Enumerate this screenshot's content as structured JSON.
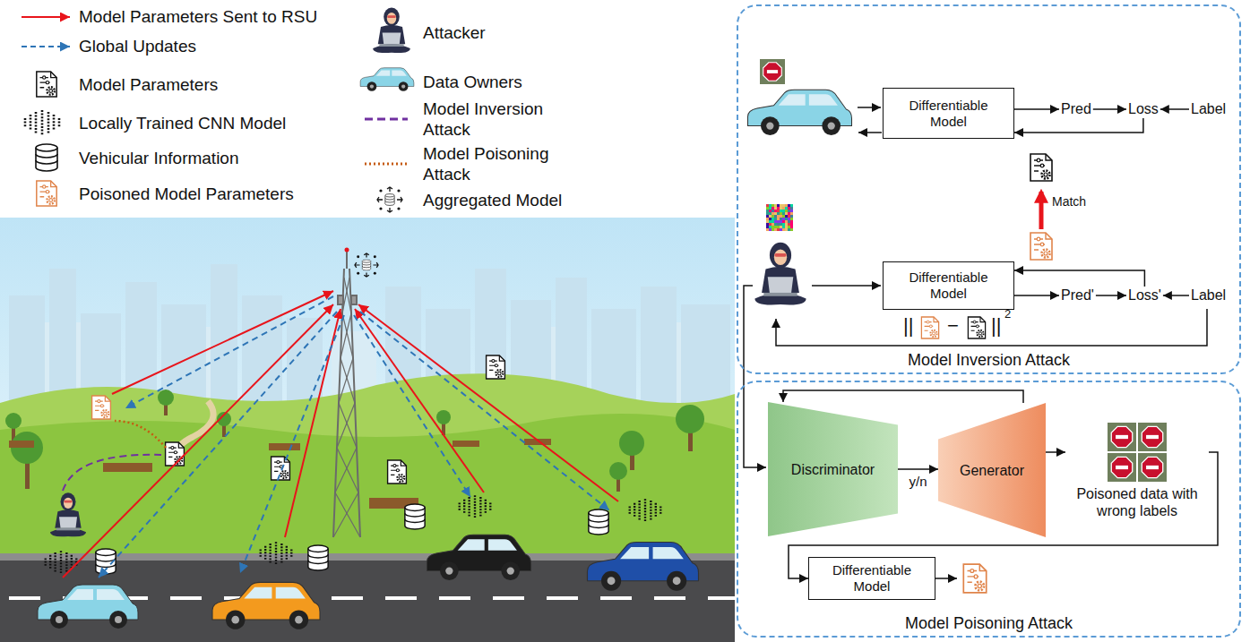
{
  "diagram": {
    "nodes": [
      {
        "text": [
          "Model Inversion Attack"
        ]
      },
      {
        "text": [
          "Differentiable Model"
        ],
        "in": 0
      },
      {
        "text": [
          "Pred"
        ],
        "in": 0
      },
      {
        "text": [
          "Loss"
        ],
        "in": 0
      },
      {
        "text": [
          "Label"
        ],
        "in": 0
      },
      {
        "text": [
          "Differentiable Model"
        ],
        "in": 0
      },
      {
        "text": [
          "Pred'"
        ],
        "in": 0
      },
      {
        "text": [
          "Loss'"
        ],
        "in": 0
      },
      {
        "text": [
          "Label"
        ],
        "in": 0
      },
      {
        "text": [
          "Model Poisoning Attack"
        ]
      },
      {
        "text": [
          "Discriminator"
        ],
        "in": 9
      },
      {
        "text": [
          "Generator"
        ],
        "in": 9
      },
      {
        "text": [
          "Poisoned data with wrong labels"
        ],
        "in": 9
      },
      {
        "text": [
          "Differentiable Model"
        ],
        "in": 9
      }
    ],
    "edges": [
      {
        "from": 1,
        "to": 2,
        "arrow": "to"
      },
      {
        "from": 2,
        "to": 3,
        "arrow": "to"
      },
      {
        "from": 4,
        "to": 3,
        "arrow": "to"
      },
      {
        "from": 3,
        "to": 1,
        "arrow": "to"
      },
      {
        "from": 5,
        "to": 6,
        "arrow": "to"
      },
      {
        "from": 6,
        "to": 7,
        "arrow": "to"
      },
      {
        "from": 8,
        "to": 7,
        "arrow": "to"
      },
      {
        "from": 7,
        "to": 5,
        "arrow": "to"
      },
      {
        "from": 10,
        "to": 11,
        "label": "y/n",
        "arrow": "to"
      },
      {
        "from": 11,
        "to": 10,
        "arrow": "to"
      },
      {
        "from": 11,
        "to": 12,
        "arrow": "to"
      },
      {
        "from": 12,
        "to": 13,
        "arrow": "to"
      }
    ],
    "labels": [
      "Match",
      "||",
      "−",
      "||",
      "2"
    ],
    "legend": [
      {
        "text": "Model Parameters Sent to RSU"
      },
      {
        "text": "Global Updates"
      },
      {
        "text": "Model Parameters"
      },
      {
        "text": "Locally Trained CNN Model"
      },
      {
        "text": "Vehicular Information"
      },
      {
        "text": "Poisoned Model Parameters"
      },
      {
        "text": "Attacker"
      },
      {
        "text": "Data Owners"
      },
      {
        "text": "Model Inversion Attack"
      },
      {
        "text": "Model Poisoning Attack"
      },
      {
        "text": "Aggregated Model"
      }
    ]
  }
}
